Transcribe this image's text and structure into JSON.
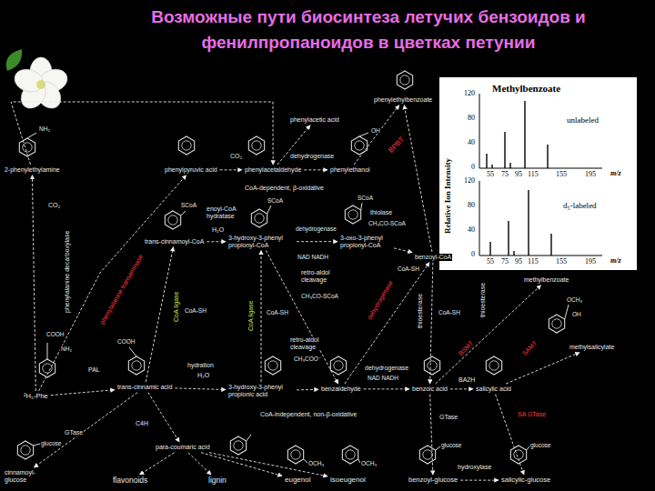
{
  "diagram": {
    "title": "Возможные пути биосинтеза летучих бензоидов и фенилпропаноидов в цветках петунии",
    "nodes": [
      {
        "text": [
          "²H₅-Phe"
        ]
      },
      {
        "text": [
          "trans-cinnamic acid"
        ]
      },
      {
        "text": [
          "3-hydroxy-3-phenyl propionic acid"
        ]
      },
      {
        "text": [
          "benzaldehyde"
        ]
      },
      {
        "text": [
          "benzoic acid"
        ]
      },
      {
        "text": [
          "salicylic acid"
        ]
      },
      {
        "text": [
          "methylsalicylate"
        ]
      },
      {
        "text": [
          "methylbenzoate"
        ]
      },
      {
        "text": [
          "benzoyl-CoA"
        ]
      },
      {
        "text": [
          "3-oxo-3-phenyl propionyl-CoA"
        ]
      },
      {
        "text": [
          "3-hydroxy-3-phenyl propionyl-CoA"
        ]
      },
      {
        "text": [
          "trans-cinnamoyl-CoA"
        ]
      },
      {
        "text": [
          "2-phenylethylamine"
        ]
      },
      {
        "text": [
          "phenylpyruvic acid"
        ]
      },
      {
        "text": [
          "phenylacetaldehyde"
        ]
      },
      {
        "text": [
          "phenylethanol"
        ]
      },
      {
        "text": [
          "phenylacetic acid"
        ]
      },
      {
        "text": [
          "phenylethylbenzoate"
        ]
      },
      {
        "text": [
          "para-coumaric acid"
        ]
      },
      {
        "text": [
          "cinnamoyl- glucose"
        ]
      },
      {
        "text": [
          "flavonoids"
        ]
      },
      {
        "text": [
          "lignin"
        ]
      },
      {
        "text": [
          "eugenol"
        ]
      },
      {
        "text": [
          "isoeugenol"
        ]
      },
      {
        "text": [
          "benzoyl-glucose"
        ]
      },
      {
        "text": [
          "salicylic-glucose"
        ]
      },
      {
        "text": [
          "Methylbenzoate"
        ]
      }
    ],
    "edges": [
      {
        "from": 0,
        "to": 1,
        "arrow": "to"
      },
      {
        "from": 0,
        "to": 13,
        "arrow": "to"
      },
      {
        "from": 0,
        "to": 12,
        "arrow": "to"
      },
      {
        "from": 12,
        "to": 14,
        "arrow": "to"
      },
      {
        "from": 13,
        "to": 14,
        "arrow": "to"
      },
      {
        "from": 14,
        "to": 15,
        "arrow": "to"
      },
      {
        "from": 14,
        "to": 16,
        "arrow": "to"
      },
      {
        "from": 15,
        "to": 17,
        "arrow": "to"
      },
      {
        "from": 1,
        "to": 11,
        "arrow": "to"
      },
      {
        "from": 11,
        "to": 10,
        "arrow": "to"
      },
      {
        "from": 10,
        "to": 9,
        "arrow": "to"
      },
      {
        "from": 9,
        "to": 8,
        "arrow": "to"
      },
      {
        "from": 8,
        "to": 17,
        "arrow": "to"
      },
      {
        "from": 8,
        "to": 4,
        "arrow": "to"
      },
      {
        "from": 1,
        "to": 2,
        "arrow": "to"
      },
      {
        "from": 2,
        "to": 3,
        "arrow": "to"
      },
      {
        "from": 10,
        "to": 3,
        "arrow": "to"
      },
      {
        "from": 2,
        "to": 10,
        "arrow": "to"
      },
      {
        "from": 3,
        "to": 4,
        "arrow": "to"
      },
      {
        "from": 3,
        "to": 8,
        "arrow": "to"
      },
      {
        "from": 4,
        "to": 5,
        "arrow": "to"
      },
      {
        "from": 4,
        "to": 7,
        "arrow": "to"
      },
      {
        "from": 5,
        "to": 6,
        "arrow": "to"
      },
      {
        "from": 4,
        "to": 24,
        "arrow": "to"
      },
      {
        "from": 5,
        "to": 25,
        "arrow": "to"
      },
      {
        "from": 1,
        "to": 18,
        "arrow": "to"
      },
      {
        "from": 1,
        "to": 19,
        "arrow": "to"
      },
      {
        "from": 18,
        "to": 20,
        "arrow": "to"
      },
      {
        "from": 18,
        "to": 21,
        "arrow": "to"
      },
      {
        "from": 18,
        "to": 22,
        "arrow": "to"
      },
      {
        "from": 18,
        "to": 23,
        "arrow": "to"
      },
      {
        "from": 24,
        "to": 25,
        "arrow": "to"
      }
    ],
    "labels": [
      "PAL",
      "hydration",
      "H₂O",
      "retro-aldol cleavage",
      "CH₃COO⁻",
      "dehydrogenase",
      "NAD NADH",
      "BA2H",
      "C4H",
      "GTase",
      "CoA-independent, non-β-oxidative",
      "GTase",
      "SA GTase",
      "hydroxylase",
      "CoA ligase",
      "CoA-SH",
      "CoA ligase",
      "CoA-SH",
      "retro-aldol cleavage",
      "CH₃CO-SCoA",
      "dehydrogenase",
      "thioesterase",
      "CoA-SH",
      "thioesterase",
      "BSMT",
      "SAMT",
      "thiolase",
      "CH₃CO-SCoA",
      "CoA-SH",
      "enoyl-CoA hydratase",
      "H₂O",
      "dehydrogenase",
      "NAD NADH",
      "CoA-dependent, β-oxidative",
      "CO₂",
      "dehydrogenase",
      "BPBT",
      "phenylalanine decarboxylase",
      "phenylalanine transaminase",
      "CO₂",
      "COOH",
      "NH₂",
      "COOH",
      "SCoA",
      "SCoA",
      "SCoA",
      "OH",
      "NH₂",
      "glucose",
      "glucose",
      "glucose",
      "OCH₃",
      "OCH₃",
      "OCH₃",
      "OH",
      "Relative Ion Intensity",
      "120",
      "80",
      "40",
      "0",
      "55",
      "75",
      "95",
      "115",
      "155",
      "195",
      "m/z",
      "unlabeled",
      "120",
      "80",
      "40",
      "0",
      "55",
      "75",
      "95",
      "115",
      "155",
      "195",
      "m/z",
      "d₅-labeled"
    ]
  }
}
